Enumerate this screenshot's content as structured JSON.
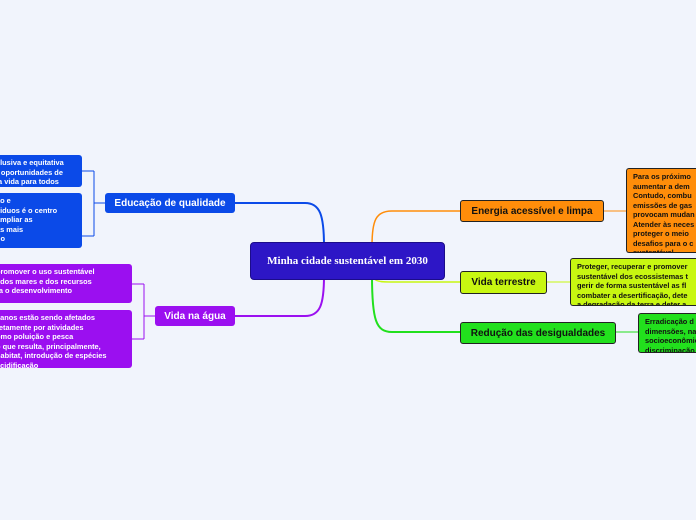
{
  "central": {
    "label": "Minha cidade sustentável em 2030"
  },
  "branches": {
    "educacao": {
      "label": "Educação de qualidade",
      "color": "#0b4ae8",
      "leaves": [
        "clusiva e equitativa\nr oportunidades de\nla vida para todos",
        "ão e\nviduos é o centro\nampliar as\nas mais\ndo"
      ]
    },
    "vida_agua": {
      "label": "Vida na água",
      "color": "#9b0ff0",
      "leaves": [
        "promover o uso sustentável\n, dos mares e dos recursos\nra o desenvolvimento",
        "eanos estão sendo afetados\nretamente por atividades\nomo poluição e pesca\no que resulta, principalmente,\nhabitat, introdução de espécies\nacidificação"
      ]
    },
    "energia": {
      "label": "Energia acessível e limpa",
      "color": "#ff8d0a",
      "leaves": [
        "Para os próximo\naumentar a dem\nContudo, combu\nemissões de gas\nprovocam mudan\nAtender às neces\nproteger o meio\ndesafios para o c\nsustentável"
      ]
    },
    "vida_terrestre": {
      "label": "Vida terrestre",
      "color": "#c8f711",
      "leaves": [
        "Proteger, recuperar e promover\nsustentável dos ecossistemas t\ngerir de forma sustentável as fl\ncombater a desertificação, dete\na degradação da terra e deter a"
      ]
    },
    "desigualdades": {
      "label": "Redução das desigualdades",
      "color": "#22e01d",
      "leaves": [
        "Erradicação d\ndimensões, na\nsocioeconômic\ndiscriminação"
      ]
    }
  }
}
